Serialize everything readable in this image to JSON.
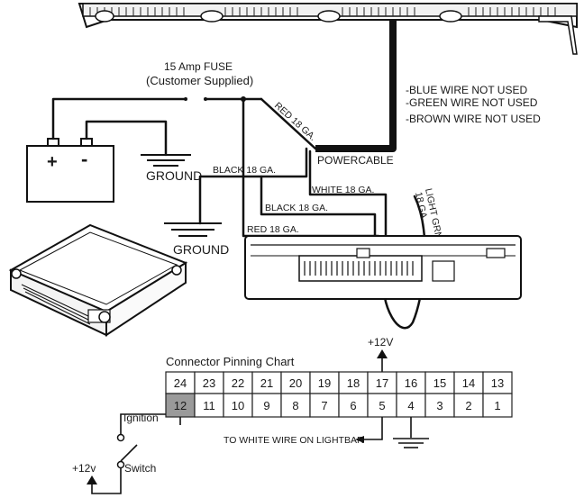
{
  "fuse": {
    "title": "15  Amp FUSE",
    "subtitle": "(Customer Supplied)"
  },
  "wires": {
    "red_top": "RED 18 GA.",
    "black_1": "BLACK 18 GA.",
    "black_2": "BLACK 18 GA.",
    "red_bottom": "RED 18 GA.",
    "white": "WHITE 18 GA.",
    "light_green_1": "LIGHT GRN",
    "light_green_2": "18 GA.",
    "power_cable": "POWERCABLE"
  },
  "unused_wires": [
    "-BLUE WIRE NOT USED",
    "-GREEN WIRE NOT USED",
    "-BROWN WIRE NOT USED"
  ],
  "battery": {
    "plus": "+",
    "minus": "-"
  },
  "ground_1": "GROUND",
  "ground_2": "GROUND",
  "pinning": {
    "title": "Connector Pinning Chart",
    "plus_12v_top": "+12V",
    "top_row": [
      "24",
      "23",
      "22",
      "21",
      "20",
      "19",
      "18",
      "17",
      "16",
      "15",
      "14",
      "13"
    ],
    "bottom_row": [
      "12",
      "11",
      "10",
      "9",
      "8",
      "7",
      "6",
      "5",
      "4",
      "3",
      "2",
      "1"
    ],
    "to_white_wire": "TO WHITE WIRE ON LIGHTBAR",
    "ignition": "Ignition",
    "switch": "Switch",
    "plus_12v_bottom": "+12v"
  }
}
